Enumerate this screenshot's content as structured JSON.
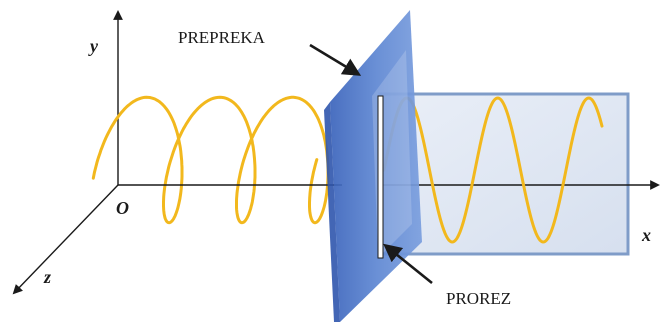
{
  "labels": {
    "obstacle": "PREPREKA",
    "slit": "PROREZ",
    "axis_x": "x",
    "axis_y": "y",
    "axis_z": "z",
    "origin": "O"
  },
  "colors": {
    "wave": "#f2b81d",
    "barrier_front": "#4f78c6",
    "barrier_edge": "#2f55ad",
    "plane_fill": "#d8e1ef",
    "plane_border": "#7f9cc8",
    "axis": "#1a1a1a"
  }
}
